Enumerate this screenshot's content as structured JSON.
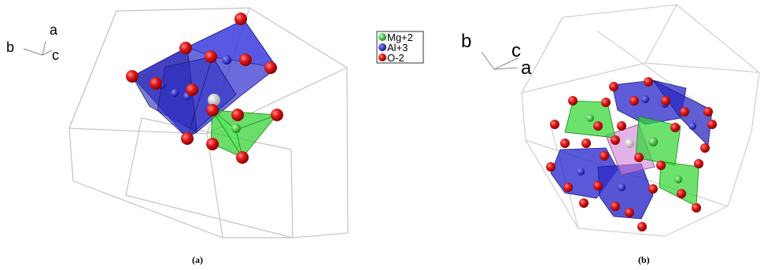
{
  "panel_a": {
    "caption": "(a)",
    "axes": {
      "a": "a",
      "b": "b",
      "c": "c"
    }
  },
  "panel_b": {
    "caption": "(b)",
    "axes": {
      "b": "b",
      "c": "c",
      "a": "a"
    }
  },
  "legend": [
    {
      "label": "Mg+2",
      "color": "#22d822"
    },
    {
      "label": "Al+3",
      "color": "#1a1ad0"
    },
    {
      "label": "O-2",
      "color": "#d81010"
    }
  ],
  "colors": {
    "oxygen": "#d81010",
    "aluminum": "#1a1ad0",
    "magnesium": "#22d822",
    "octahedron_fill": "#3a3ad8",
    "tetrahedron_fill": "#33d633",
    "cell_edge": "#c8c8c8"
  }
}
